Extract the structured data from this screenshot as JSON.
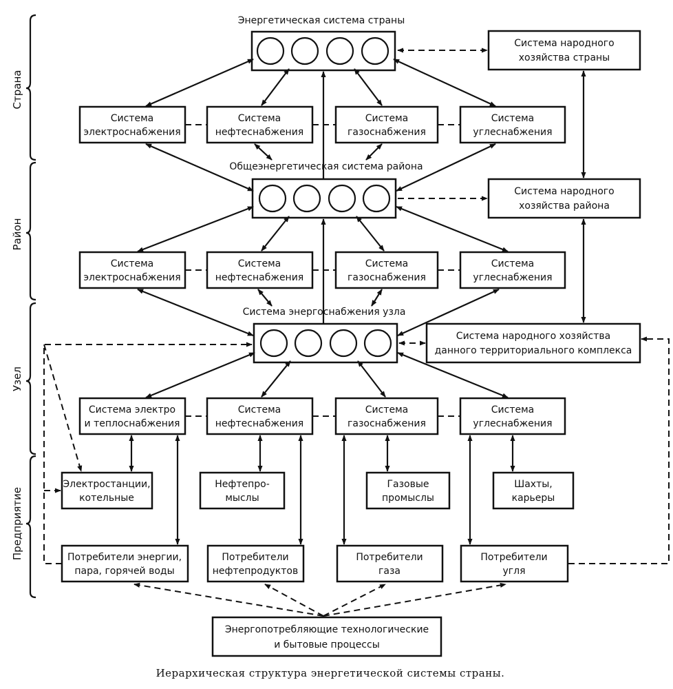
{
  "levels": [
    "Страна",
    "Район",
    "Узел",
    "Предприятие"
  ],
  "hubs": {
    "country": "Энергетическая система страны",
    "region": "Общеэнергетическая система района",
    "node": "Система энергоснабжения узла"
  },
  "economy": {
    "country": [
      "Система народного",
      "хозяйства страны"
    ],
    "region": [
      "Система народного",
      "хозяйства района"
    ],
    "node": [
      "Система народного хозяйства",
      "данного территориального комплекса"
    ]
  },
  "row1": [
    [
      "Система",
      "электроснабжения"
    ],
    [
      "Система",
      "нефтеснабжения"
    ],
    [
      "Система",
      "газоснабжения"
    ],
    [
      "Система",
      "углеснабжения"
    ]
  ],
  "row2": [
    [
      "Система",
      "электроснабжения"
    ],
    [
      "Система",
      "нефтеснабжения"
    ],
    [
      "Система",
      "газоснабжения"
    ],
    [
      "Система",
      "углеснабжения"
    ]
  ],
  "row3": [
    [
      "Система электро",
      "и теплоснабжения"
    ],
    [
      "Система",
      "нефтеснабжения"
    ],
    [
      "Система",
      "газоснабжения"
    ],
    [
      "Система",
      "углеснабжения"
    ]
  ],
  "sources": [
    [
      "Электростанции,",
      "котельные"
    ],
    [
      "Нефтепро-",
      "мыслы"
    ],
    [
      "Газовые",
      "промыслы"
    ],
    [
      "Шахты,",
      "карьеры"
    ]
  ],
  "consumers": [
    [
      "Потребители энергии,",
      "пара, горячей воды"
    ],
    [
      "Потребители",
      "нефтепродуктов"
    ],
    [
      "Потребители",
      "газа"
    ],
    [
      "Потребители",
      "угля"
    ]
  ],
  "processes": [
    "Энергопотребляющие технологические",
    "и бытовые процессы"
  ],
  "caption": "Иерархическая структура энергетической системы страны."
}
